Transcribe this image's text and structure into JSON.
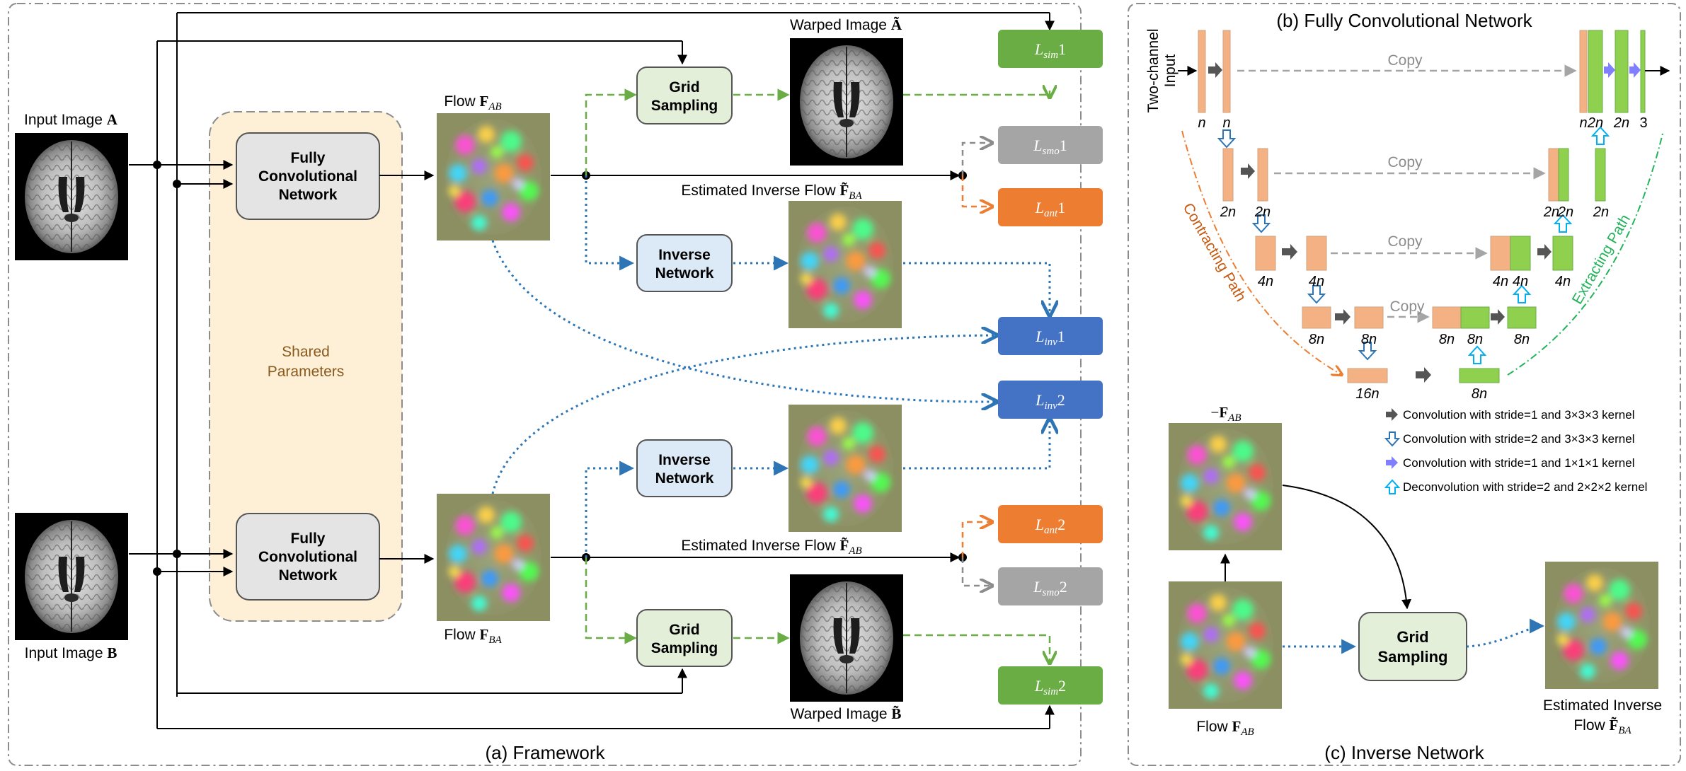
{
  "framework": {
    "caption": "(a) Framework",
    "input_a": {
      "label": "Input Image",
      "letter": "A"
    },
    "input_b": {
      "label": "Input Image",
      "letter": "B"
    },
    "shared": {
      "line1": "Shared",
      "line2": "Parameters"
    },
    "fcn_top": {
      "line1": "Fully",
      "line2": "Convolutional",
      "line3": "Network"
    },
    "fcn_bottom": {
      "line1": "Fully",
      "line2": "Convolutional",
      "line3": "Network"
    },
    "flow_ab": {
      "label": "Flow",
      "sym": "F",
      "sub": "AB"
    },
    "flow_ba": {
      "label": "Flow",
      "sym": "F",
      "sub": "BA"
    },
    "grid_top": {
      "line1": "Grid",
      "line2": "Sampling"
    },
    "grid_bottom": {
      "line1": "Grid",
      "line2": "Sampling"
    },
    "inverse_top": {
      "line1": "Inverse",
      "line2": "Network"
    },
    "inverse_bottom": {
      "line1": "Inverse",
      "line2": "Network"
    },
    "warped_a": {
      "label": "Warped Image",
      "sym": "Ã"
    },
    "warped_b": {
      "label": "Warped Image",
      "sym": "B̃"
    },
    "est_inv_ba": {
      "label": "Estimated Inverse Flow",
      "sym": "F̃",
      "sub": "BA"
    },
    "est_inv_ab": {
      "label": "Estimated Inverse Flow",
      "sym": "F̃",
      "sub": "AB"
    },
    "losses": [
      {
        "main": "L",
        "sub": "sim",
        "num": "1",
        "color": "#6aad45"
      },
      {
        "main": "L",
        "sub": "smo",
        "num": "1",
        "color": "#a5a5a5"
      },
      {
        "main": "L",
        "sub": "ant",
        "num": "1",
        "color": "#ed7d31"
      },
      {
        "main": "L",
        "sub": "inv",
        "num": "1",
        "color": "#4472c4"
      },
      {
        "main": "L",
        "sub": "inv",
        "num": "2",
        "color": "#4472c4"
      },
      {
        "main": "L",
        "sub": "ant",
        "num": "2",
        "color": "#ed7d31"
      },
      {
        "main": "L",
        "sub": "smo",
        "num": "2",
        "color": "#a5a5a5"
      },
      {
        "main": "L",
        "sub": "sim",
        "num": "2",
        "color": "#6aad45"
      }
    ]
  },
  "fcn": {
    "caption": "(b) Fully Convolutional Network",
    "input_line1": "Two-channel",
    "input_line2": "Input",
    "copy": "Copy",
    "contracting": "Contracting Path",
    "extracting": "Extracting Path",
    "labels": {
      "n": "n",
      "2n": "2n",
      "4n": "4n",
      "8n": "8n",
      "16n": "16n",
      "3": "3"
    },
    "legend": [
      {
        "icon": "dark-arrow-icon",
        "text": "Convolution with stride=1 and 3×3×3 kernel"
      },
      {
        "icon": "hollow-down-arrow-icon",
        "text": "Convolution with stride=2 and 3×3×3 kernel"
      },
      {
        "icon": "purple-arrow-icon",
        "text": "Convolution with stride=1 and 1×1×1 kernel"
      },
      {
        "icon": "hollow-up-arrow-icon",
        "text": "Deconvolution with stride=2 and 2×2×2 kernel"
      }
    ]
  },
  "inverse": {
    "caption": "(c) Inverse Network",
    "neg_flow": {
      "sign": "−",
      "sym": "F",
      "sub": "AB"
    },
    "flow": {
      "label": "Flow",
      "sym": "F",
      "sub": "AB"
    },
    "grid": {
      "line1": "Grid",
      "line2": "Sampling"
    },
    "est": {
      "line1": "Estimated Inverse",
      "line2": "Flow",
      "sym": "F̃",
      "sub": "BA"
    }
  },
  "colors": {
    "green": "#6aad45",
    "orange": "#ed7d31",
    "blue": "#2e75b6",
    "gray": "#a5a5a5",
    "salmon": "#f4b183",
    "cyan": "#00b0f0",
    "purple": "#8080ff"
  }
}
